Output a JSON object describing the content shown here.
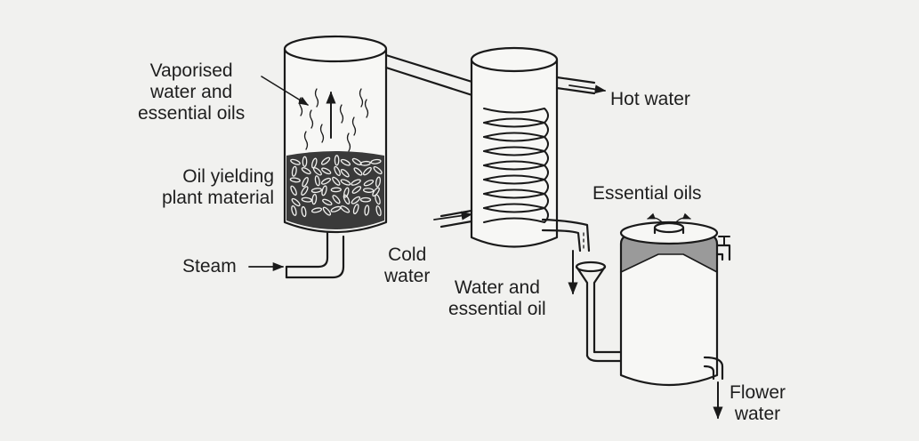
{
  "labels": {
    "vaporised": [
      "Vaporised",
      "water and",
      "essential oils"
    ],
    "plant": [
      "Oil yielding",
      "plant material"
    ],
    "steam": "Steam",
    "hot_water": "Hot water",
    "cold_water": [
      "Cold",
      "water"
    ],
    "water_oil": [
      "Water and",
      "essential oil"
    ],
    "essential_oils": "Essential oils",
    "flower_water": [
      "Flower",
      "water"
    ]
  },
  "colors": {
    "line": "#1a1a1a",
    "paper": "#f1f1ef",
    "oil_layer": "#9a9a9a",
    "leaves": "#3a3a3a"
  }
}
